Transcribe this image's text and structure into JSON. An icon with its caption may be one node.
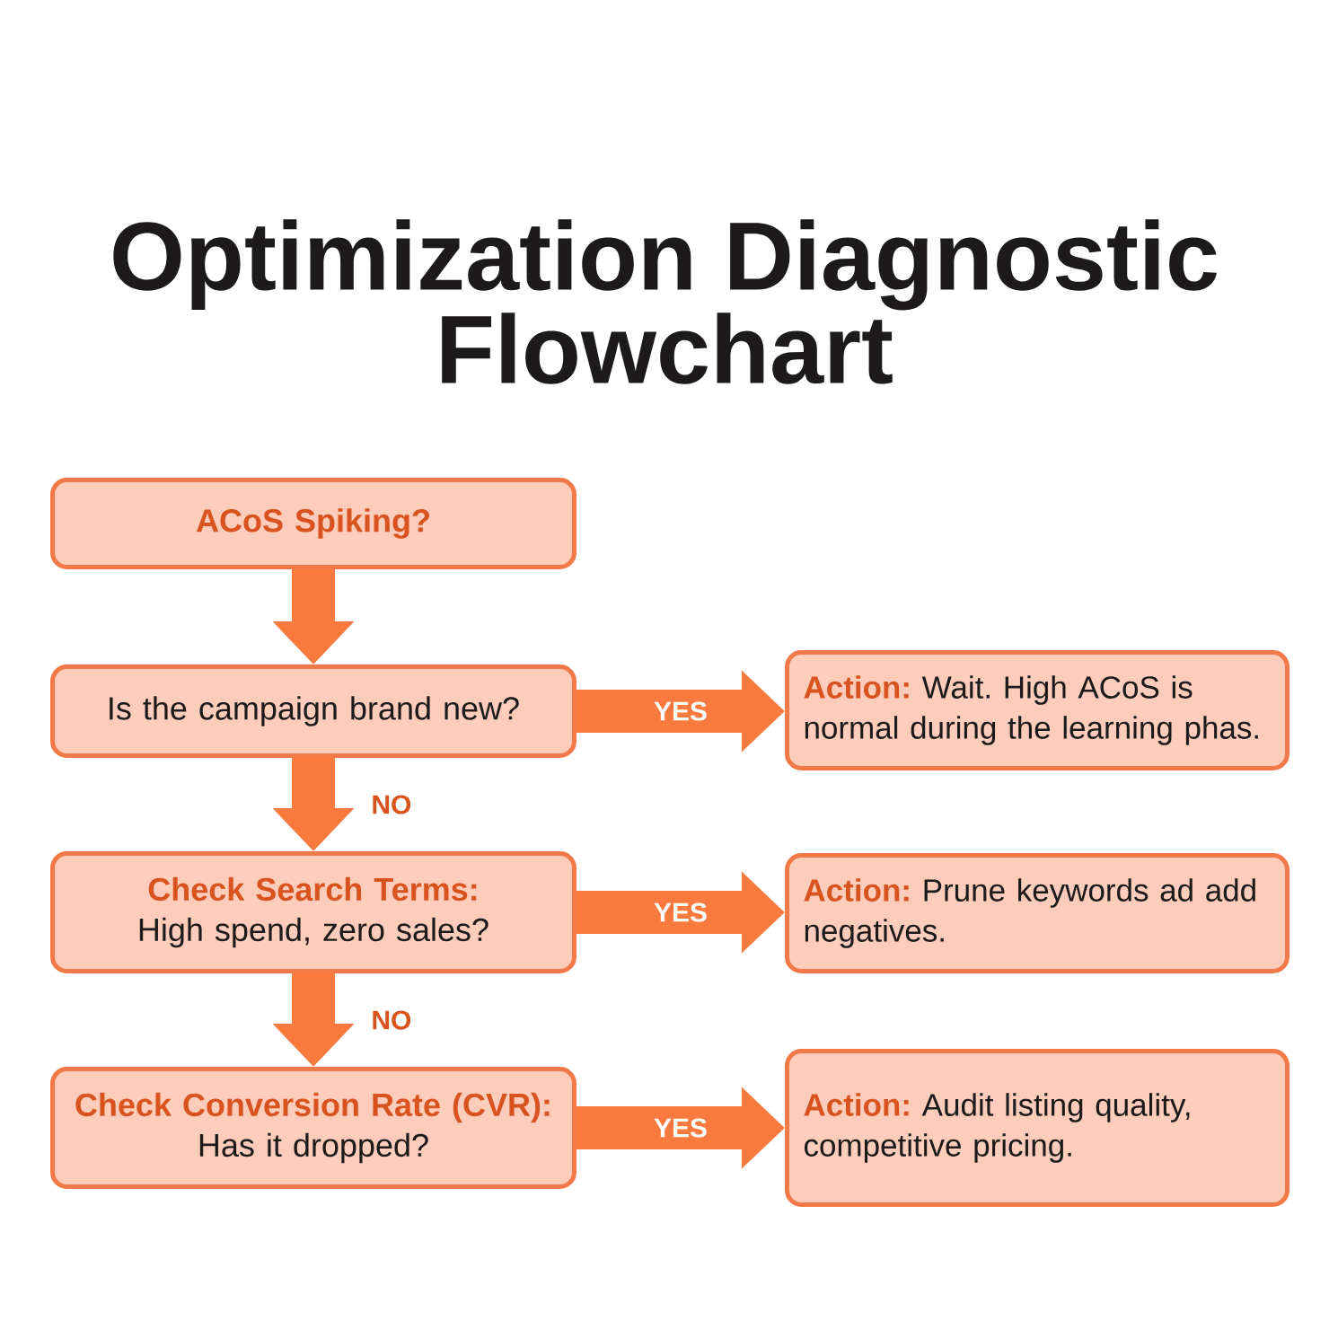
{
  "diagram": {
    "title": "Optimization Diagnostic Flowchart",
    "nodes": [
      {
        "text": [
          "ACoS Spiking?"
        ]
      },
      {
        "text": [
          "Is the campaign brand new?"
        ]
      },
      {
        "text": [
          "**Action:** Wait. High ACoS is normal during the learning phas."
        ]
      },
      {
        "text": [
          "Check Search Terms:",
          "High spend, zero sales?"
        ]
      },
      {
        "text": [
          "**Action:** Prune keywords ad add negatives."
        ]
      },
      {
        "text": [
          "Check Conversion Rate (CVR):",
          "Has it dropped?"
        ]
      },
      {
        "text": [
          "**Action:** Audit listing quality, competitive pricing."
        ]
      }
    ],
    "edges": [
      {
        "from": 0,
        "to": 1,
        "arrow": "to"
      },
      {
        "from": 1,
        "to": 2,
        "arrow": "to",
        "label": "YES"
      },
      {
        "from": 1,
        "to": 3,
        "arrow": "to",
        "label": "NO"
      },
      {
        "from": 3,
        "to": 4,
        "arrow": "to",
        "label": "YES"
      },
      {
        "from": 3,
        "to": 5,
        "arrow": "to",
        "label": "NO"
      },
      {
        "from": 5,
        "to": 6,
        "arrow": "to",
        "label": "YES"
      }
    ]
  }
}
